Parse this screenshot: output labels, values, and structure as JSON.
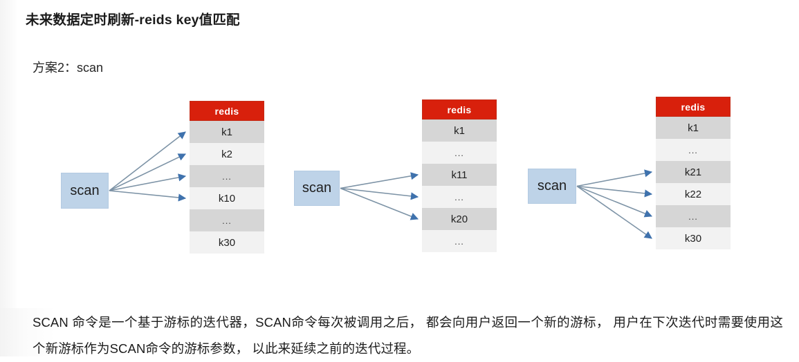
{
  "slide": {
    "title": "未来数据定时刷新-reids key值匹配",
    "subtitle": "方案2：scan",
    "paragraph": "SCAN 命令是一个基于游标的迭代器，SCAN命令每次被调用之后， 都会向用户返回一个新的游标， 用户在下次迭代时需要使用这个新游标作为SCAN命令的游标参数， 以此来延续之前的迭代过程。"
  },
  "colors": {
    "redis_header": "#d8200c",
    "scan_box": "#bed3e8",
    "row_dark": "#d6d6d6",
    "row_light": "#f2f2f2",
    "arrow_line": "#7d93a6",
    "arrow_head": "#3f72ad"
  },
  "diagrams": [
    {
      "id": "group-1",
      "scan_label": "scan",
      "table_title": "redis",
      "rows": [
        "k1",
        "k2",
        "...",
        "k10",
        "...",
        "k30"
      ],
      "arrow_target_rows": [
        0,
        1,
        2,
        3
      ]
    },
    {
      "id": "group-2",
      "scan_label": "scan",
      "table_title": "redis",
      "rows": [
        "k1",
        "...",
        "k11",
        "...",
        "k20",
        "..."
      ],
      "arrow_target_rows": [
        2,
        3,
        4
      ]
    },
    {
      "id": "group-3",
      "scan_label": "scan",
      "table_title": "redis",
      "rows": [
        "k1",
        "...",
        "k21",
        "k22",
        "...",
        "k30"
      ],
      "arrow_target_rows": [
        2,
        3,
        4,
        5
      ]
    }
  ]
}
